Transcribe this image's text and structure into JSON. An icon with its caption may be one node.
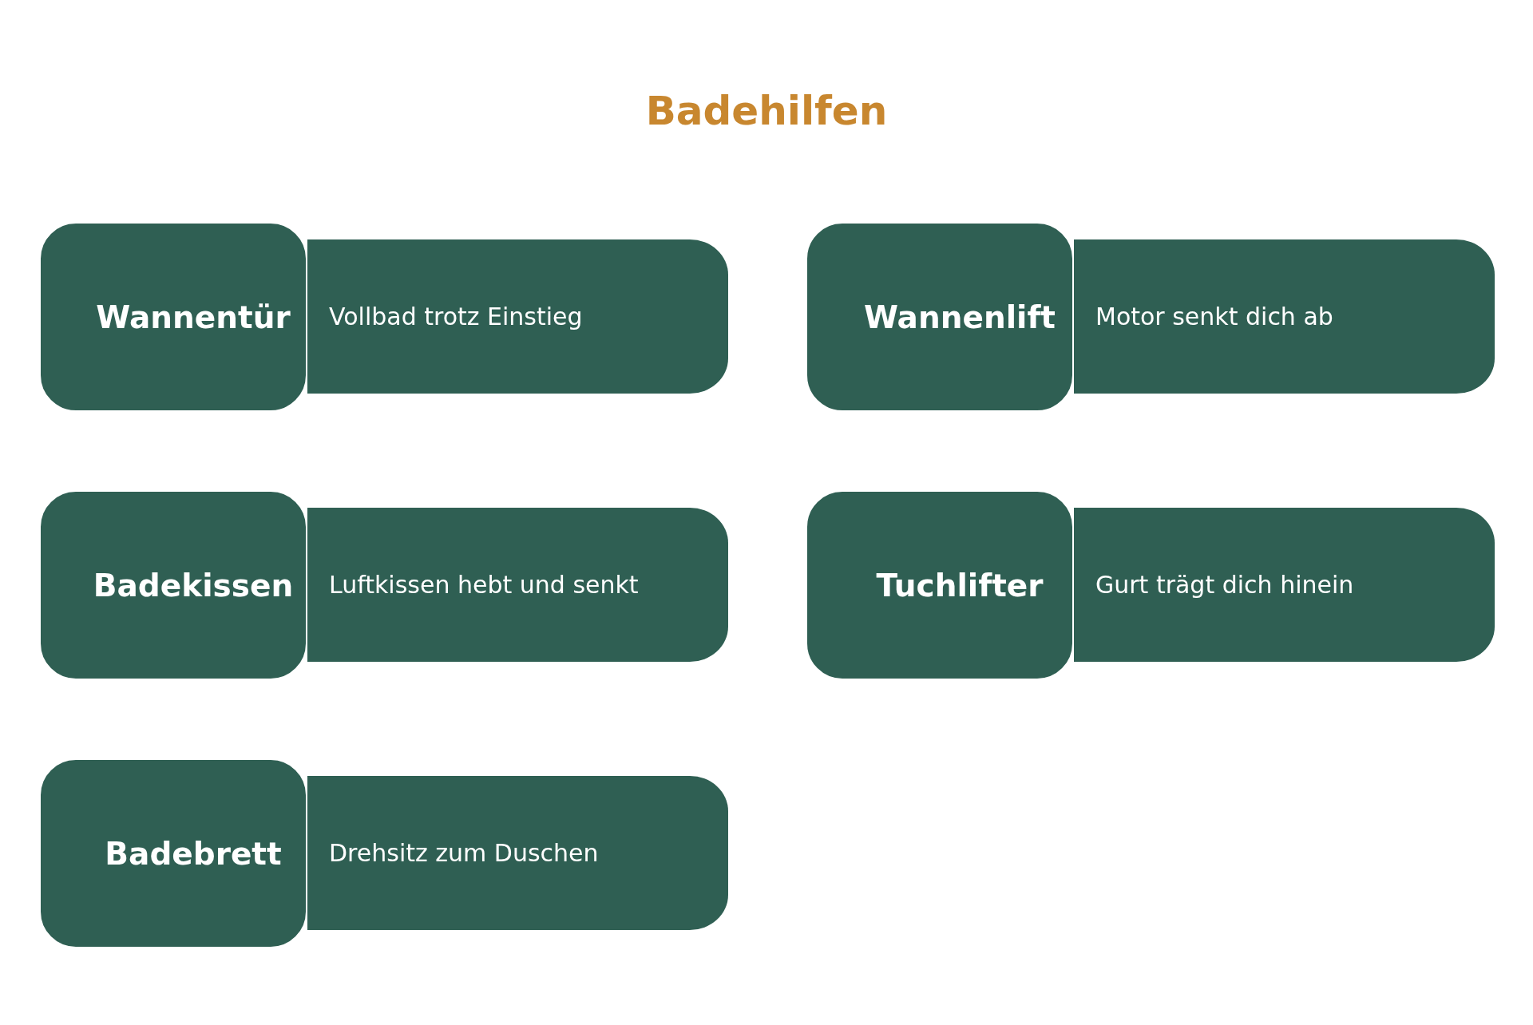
{
  "diagram": {
    "title": "Badehilfen",
    "nodes": [
      {
        "text": [
          "Wannentür"
        ]
      },
      {
        "text": [
          "Vollbad trotz Einstieg"
        ]
      },
      {
        "text": [
          "Wannenlift"
        ]
      },
      {
        "text": [
          "Motor senkt dich ab"
        ]
      },
      {
        "text": [
          "Badekissen"
        ]
      },
      {
        "text": [
          "Luftkissen hebt und senkt"
        ]
      },
      {
        "text": [
          "Tuchlifter"
        ]
      },
      {
        "text": [
          "Gurt trägt dich hinein"
        ]
      },
      {
        "text": [
          "Badebrett"
        ]
      },
      {
        "text": [
          "Drehsitz zum Duschen"
        ]
      }
    ]
  }
}
